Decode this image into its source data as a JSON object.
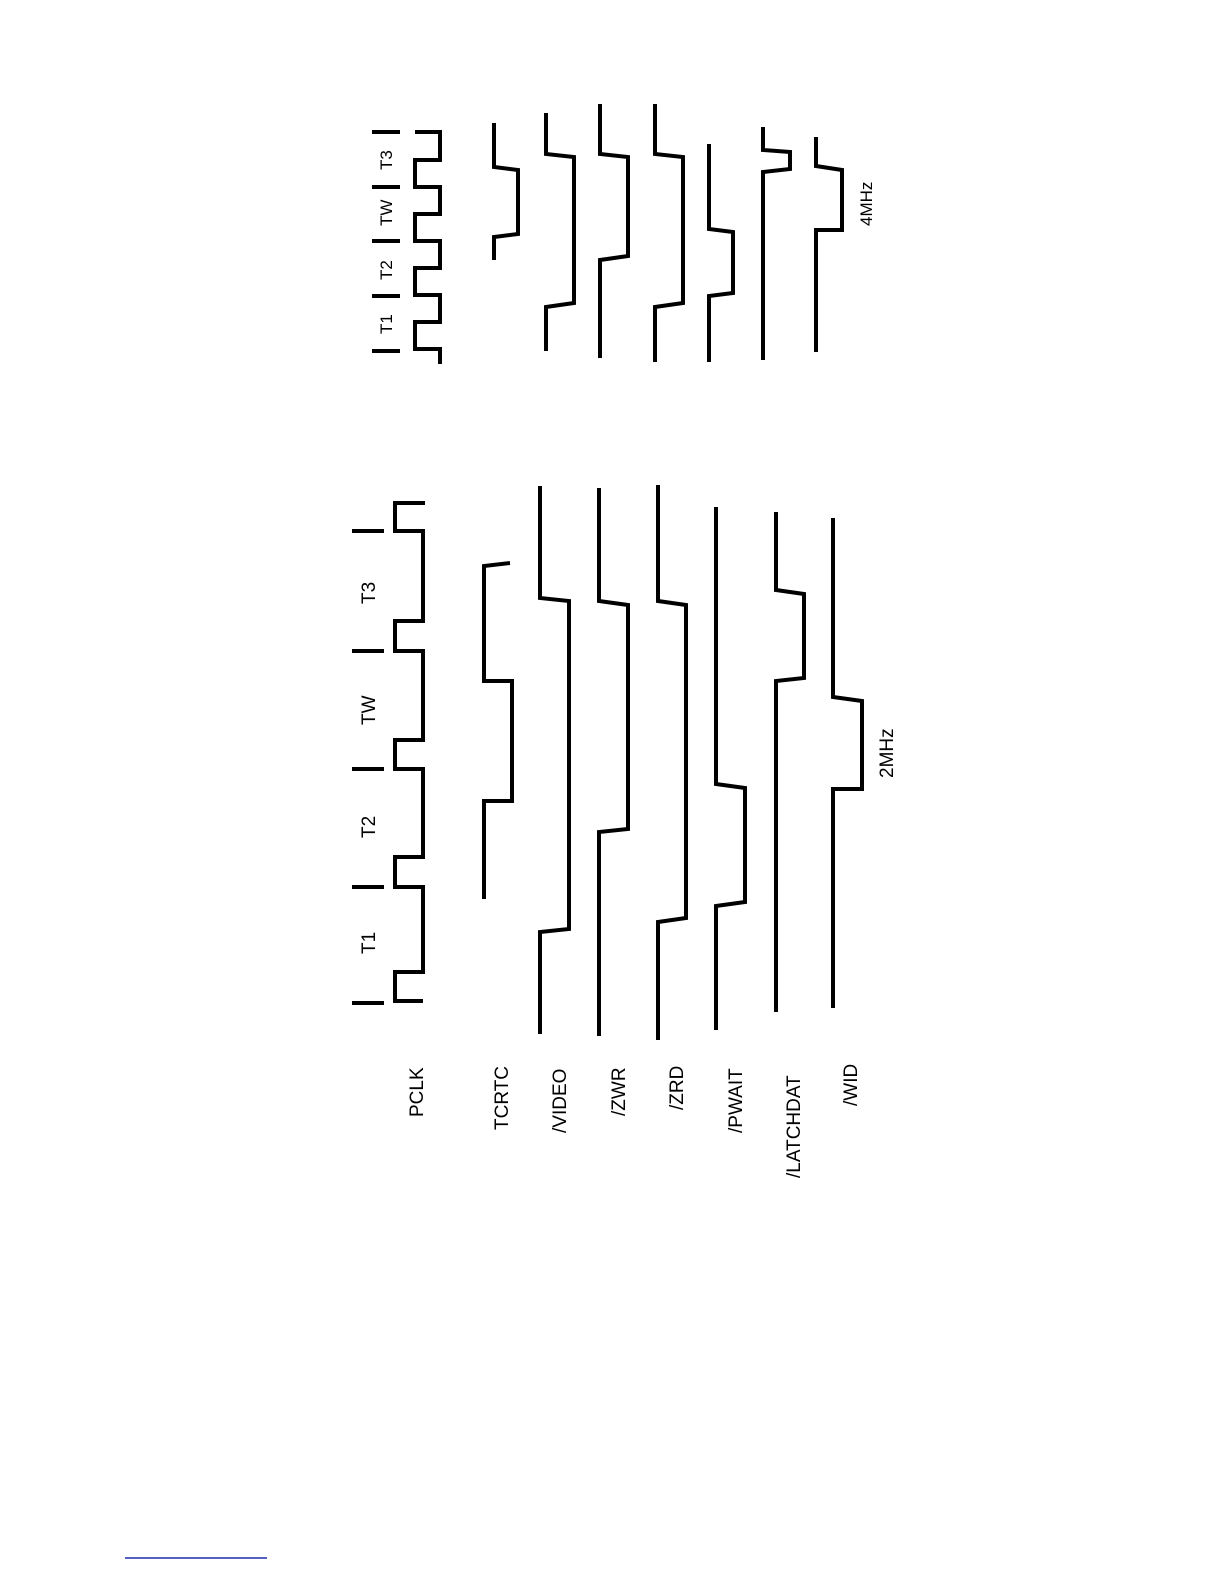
{
  "signals": [
    {
      "id": "pclk",
      "label": "PCLK"
    },
    {
      "id": "tcrtc",
      "label": "TCRTC"
    },
    {
      "id": "video",
      "label": "/VIDEO"
    },
    {
      "id": "zwr",
      "label": "/ZWR"
    },
    {
      "id": "zrd",
      "label": "/ZRD"
    },
    {
      "id": "pwait",
      "label": "/PWAIT"
    },
    {
      "id": "latchdat",
      "label": "/LATCHDAT"
    },
    {
      "id": "wid",
      "label": "/WID"
    }
  ],
  "timing_2mhz": {
    "frequency_label": "2MHz",
    "states": [
      "T1",
      "T2",
      "TW",
      "T3"
    ]
  },
  "timing_4mhz": {
    "frequency_label": "4MHz",
    "states": [
      "T1",
      "T2",
      "TW",
      "T3"
    ]
  }
}
